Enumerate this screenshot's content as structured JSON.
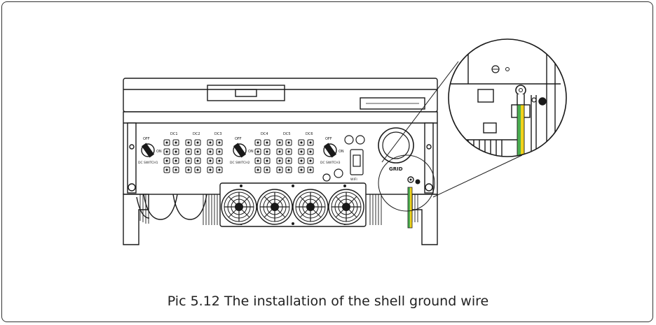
{
  "figure": {
    "caption": "Pic 5.12 The installation of the shell ground wire"
  },
  "panel": {
    "dc_labels": [
      "DC1",
      "DC2",
      "DC3",
      "DC4",
      "DC5",
      "DC6"
    ],
    "switch_off": "OFF",
    "switch_on": "ON",
    "switch_labels": [
      "DC SWITCH1",
      "DC SWITCH2",
      "DC SWITCH3"
    ],
    "grid_label": "GRID",
    "wifi_label": "WIFI"
  },
  "colors": {
    "line": "#1a1a1a",
    "ground_green": "#4caf50",
    "ground_yellow": "#f2d21b"
  }
}
